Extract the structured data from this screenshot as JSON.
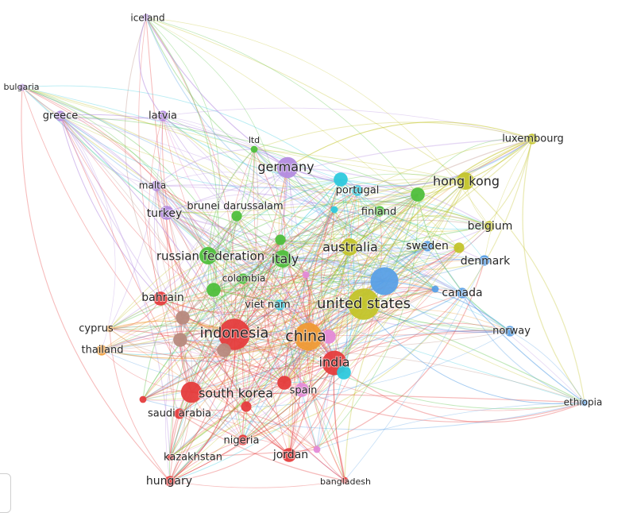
{
  "colors": {
    "purple": "#b48ce0",
    "cyan": "#2ec9dd",
    "green": "#4fbf3c",
    "yellow": "#c3c42a",
    "blue": "#5aa0e6",
    "red": "#e53d3d",
    "orange": "#ef9a35",
    "brown": "#b78a7e",
    "pink": "#e48ad8"
  },
  "nodes": [
    {
      "id": "iceland",
      "label": "iceland",
      "cluster": "purple",
      "weight": 1
    },
    {
      "id": "bulgaria",
      "label": "bulgaria",
      "cluster": "purple",
      "weight": 1
    },
    {
      "id": "greece",
      "label": "greece",
      "cluster": "purple",
      "weight": 2
    },
    {
      "id": "latvia",
      "label": "latvia",
      "cluster": "purple",
      "weight": 2
    },
    {
      "id": "germany",
      "label": "germany",
      "cluster": "purple",
      "weight": 5
    },
    {
      "id": "malta",
      "label": "malta",
      "cluster": "purple",
      "weight": 2
    },
    {
      "id": "turkey",
      "label": "turkey",
      "cluster": "purple",
      "weight": 3
    },
    {
      "id": "ltd",
      "label": "ltd",
      "cluster": "green",
      "weight": 1
    },
    {
      "id": "brunei",
      "label": "brunei darussalam",
      "cluster": "green",
      "weight": 2
    },
    {
      "id": "russia",
      "label": "russian federation",
      "cluster": "green",
      "weight": 4
    },
    {
      "id": "italy",
      "label": "italy",
      "cluster": "green",
      "weight": 4
    },
    {
      "id": "colombia",
      "label": "colombia",
      "cluster": "green",
      "weight": 2
    },
    {
      "id": "finland",
      "label": "finland",
      "cluster": "green",
      "weight": 2
    },
    {
      "id": "portugal",
      "label": "portugal",
      "cluster": "cyan",
      "weight": 2
    },
    {
      "id": "vietnam",
      "label": "viet nam",
      "cluster": "cyan",
      "weight": 2
    },
    {
      "id": "luxembourg",
      "label": "luxembourg",
      "cluster": "yellow",
      "weight": 2
    },
    {
      "id": "hongkong",
      "label": "hong kong",
      "cluster": "yellow",
      "weight": 4
    },
    {
      "id": "belgium",
      "label": "belgium",
      "cluster": "yellow",
      "weight": 2
    },
    {
      "id": "australia",
      "label": "australia",
      "cluster": "yellow",
      "weight": 4
    },
    {
      "id": "sweden",
      "label": "sweden",
      "cluster": "blue",
      "weight": 2
    },
    {
      "id": "denmark",
      "label": "denmark",
      "cluster": "blue",
      "weight": 2
    },
    {
      "id": "canada",
      "label": "canada",
      "cluster": "blue",
      "weight": 2
    },
    {
      "id": "norway",
      "label": "norway",
      "cluster": "blue",
      "weight": 2
    },
    {
      "id": "ethiopia",
      "label": "ethiopia",
      "cluster": "blue",
      "weight": 1
    },
    {
      "id": "usa",
      "label": "united states",
      "cluster": "yellow",
      "weight": 8
    },
    {
      "id": "bahrain",
      "label": "bahrain",
      "cluster": "red",
      "weight": 3
    },
    {
      "id": "cyprus",
      "label": "cyprus",
      "cluster": "orange",
      "weight": 1
    },
    {
      "id": "thailand",
      "label": "thailand",
      "cluster": "orange",
      "weight": 2
    },
    {
      "id": "indonesia",
      "label": "indonesia",
      "cluster": "red",
      "weight": 8
    },
    {
      "id": "china",
      "label": "china",
      "cluster": "orange",
      "weight": 7
    },
    {
      "id": "india",
      "label": "india",
      "cluster": "red",
      "weight": 6
    },
    {
      "id": "southkorea",
      "label": "south korea",
      "cluster": "red",
      "weight": 5
    },
    {
      "id": "spain",
      "label": "spain",
      "cluster": "pink",
      "weight": 3
    },
    {
      "id": "saudiarabia",
      "label": "saudi arabia",
      "cluster": "red",
      "weight": 2
    },
    {
      "id": "nigeria",
      "label": "nigeria",
      "cluster": "red",
      "weight": 2
    },
    {
      "id": "kazakhstan",
      "label": "kazakhstan",
      "cluster": "red",
      "weight": 1
    },
    {
      "id": "jordan",
      "label": "jordan",
      "cluster": "red",
      "weight": 3
    },
    {
      "id": "hungary",
      "label": "hungary",
      "cluster": "red",
      "weight": 2
    },
    {
      "id": "bangladesh",
      "label": "bangladesh",
      "cluster": "red",
      "weight": 1
    },
    {
      "id": "u1",
      "label": "",
      "cluster": "cyan",
      "weight": 3
    },
    {
      "id": "u2",
      "label": "",
      "cluster": "blue",
      "weight": 7
    },
    {
      "id": "u3",
      "label": "",
      "cluster": "brown",
      "weight": 3
    },
    {
      "id": "u4",
      "label": "",
      "cluster": "brown",
      "weight": 3
    },
    {
      "id": "u5",
      "label": "",
      "cluster": "brown",
      "weight": 3
    },
    {
      "id": "u6",
      "label": "",
      "cluster": "pink",
      "weight": 3
    },
    {
      "id": "u7",
      "label": "",
      "cluster": "cyan",
      "weight": 3
    },
    {
      "id": "u8",
      "label": "",
      "cluster": "green",
      "weight": 3
    },
    {
      "id": "u9",
      "label": "",
      "cluster": "green",
      "weight": 3
    },
    {
      "id": "u10",
      "label": "",
      "cluster": "red",
      "weight": 3
    },
    {
      "id": "u11",
      "label": "",
      "cluster": "red",
      "weight": 2
    },
    {
      "id": "u12",
      "label": "",
      "cluster": "red",
      "weight": 1
    },
    {
      "id": "u13",
      "label": "",
      "cluster": "pink",
      "weight": 1
    },
    {
      "id": "u14",
      "label": "",
      "cluster": "green",
      "weight": 2
    },
    {
      "id": "u15",
      "label": "",
      "cluster": "pink",
      "weight": 1
    },
    {
      "id": "u16",
      "label": "",
      "cluster": "cyan",
      "weight": 1
    },
    {
      "id": "u17",
      "label": "",
      "cluster": "blue",
      "weight": 1
    },
    {
      "id": "u18",
      "label": "",
      "cluster": "yellow",
      "weight": 2
    }
  ]
}
